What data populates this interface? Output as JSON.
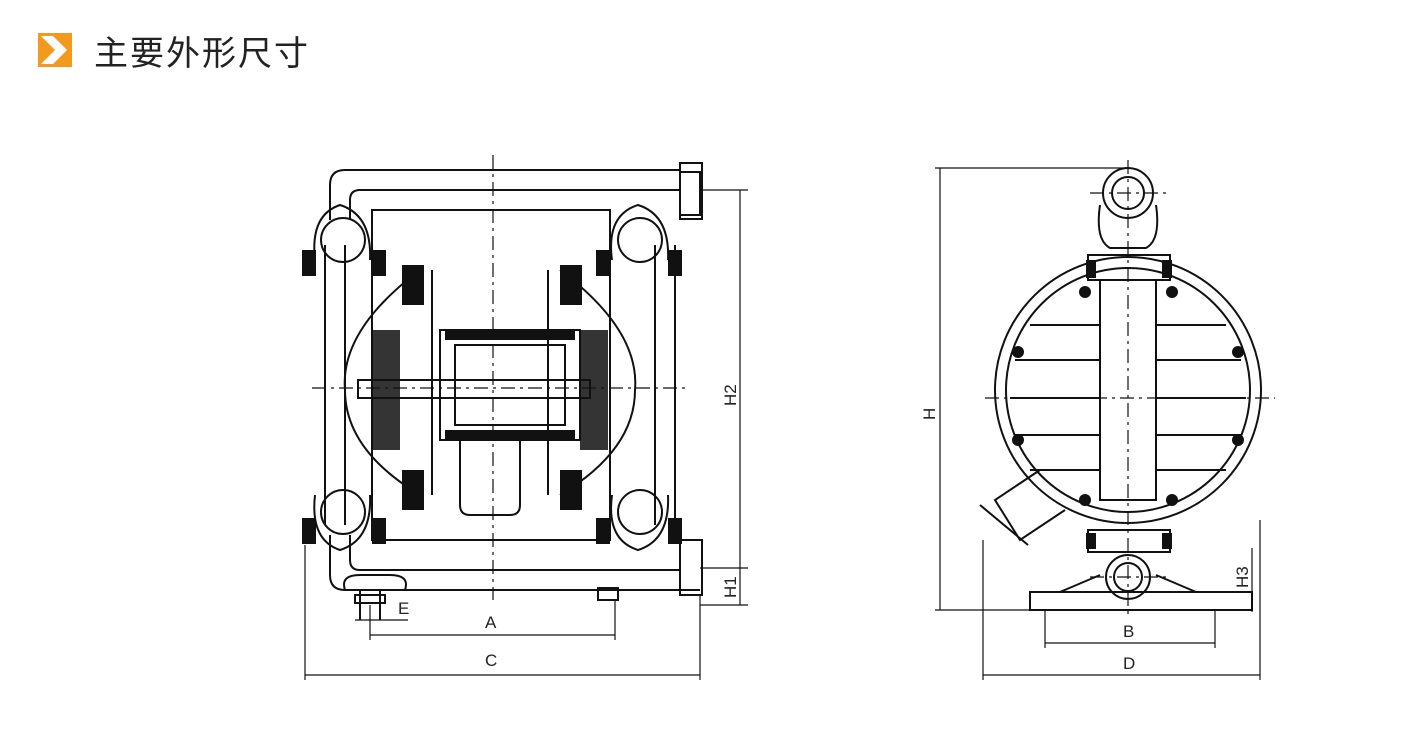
{
  "header": {
    "title": "主要外形尺寸",
    "icon": "chevron-right-icon",
    "accent_color": "#F39A1E"
  },
  "front_view": {
    "dimensions": {
      "a": "A",
      "c": "C",
      "e": "E",
      "h1": "H1",
      "h2": "H2"
    }
  },
  "side_view": {
    "dimensions": {
      "b": "B",
      "d": "D",
      "h": "H",
      "h3": "H3"
    }
  }
}
